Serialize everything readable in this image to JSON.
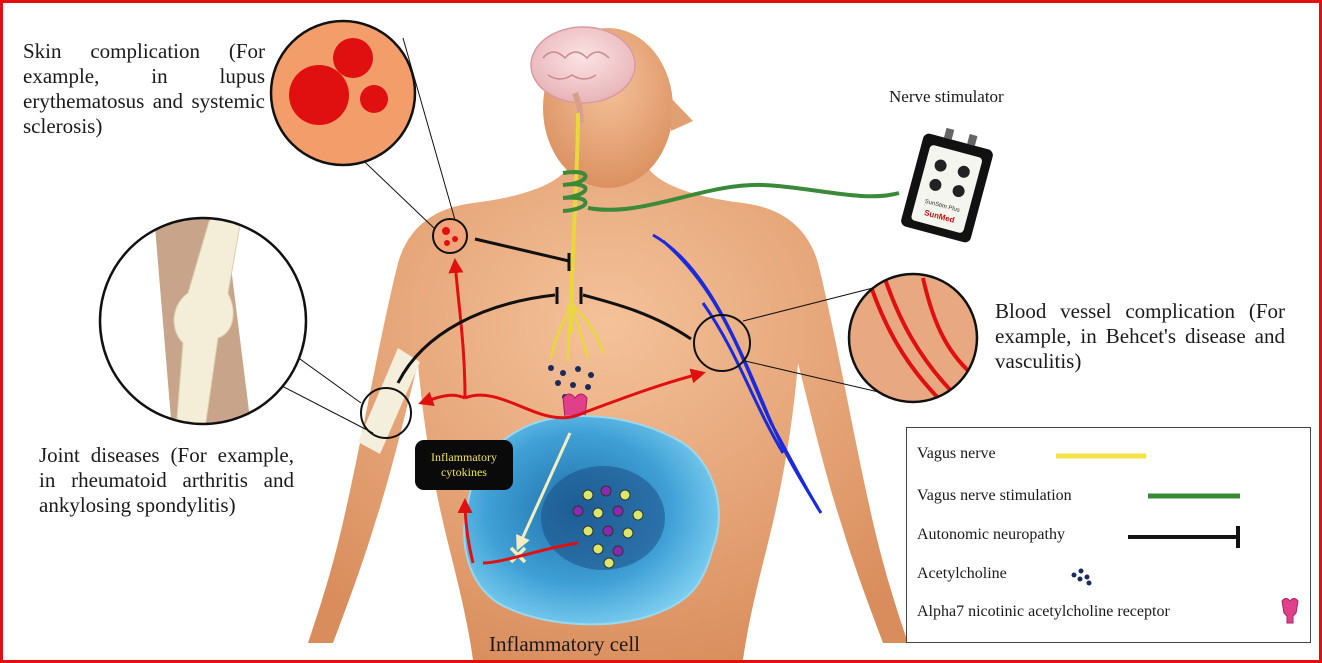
{
  "labels": {
    "skin": "Skin complication (For example, in lupus erythematosus and systemic sclerosis)",
    "joint": "Joint diseases (For example, in rheumatoid arthritis and ankylosing spondylitis)",
    "blood": "Blood vessel complication (For example, in Behcet's disease and vasculitis)",
    "nerve_stimulator": "Nerve stimulator",
    "inflammatory_cell": "Inflammatory cell",
    "cytokines_line1": "Inflammatory",
    "cytokines_line2": "cytokines"
  },
  "device": {
    "brand": "SunMed",
    "model": "SunStim Plus"
  },
  "legend": {
    "items": [
      {
        "label": "Vagus nerve",
        "swatch": "yellow-line",
        "color": "#f2e34a"
      },
      {
        "label": "Vagus nerve stimulation",
        "swatch": "green-line",
        "color": "#3a8a3a"
      },
      {
        "label": "Autonomic neuropathy",
        "swatch": "black-inhibit-line",
        "color": "#111111"
      },
      {
        "label": "Acetylcholine",
        "swatch": "dots",
        "color": "#1a2a5a"
      },
      {
        "label": "Alpha7 nicotinic acetylcholine receptor",
        "swatch": "receptor-icon",
        "color": "#e0408a"
      }
    ]
  },
  "colors": {
    "border": "#e01010",
    "skin": "#e8a77a",
    "cell": "#4aa8d8",
    "arrow_red": "#e01010",
    "vessel_blue": "#1a2adc"
  }
}
